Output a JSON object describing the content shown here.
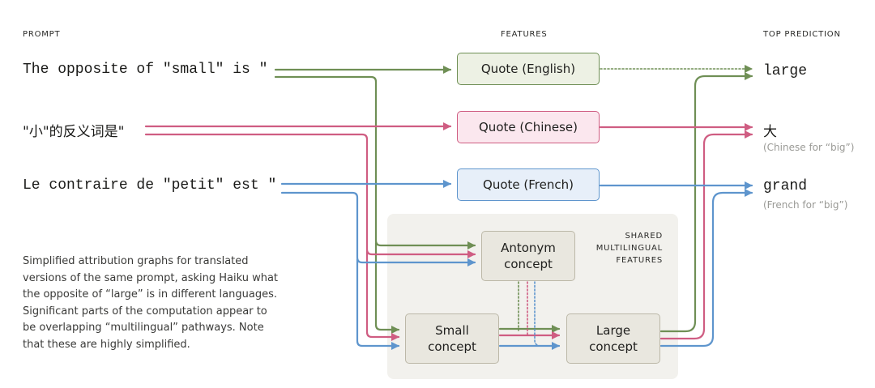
{
  "headers": {
    "prompt": "PROMPT",
    "features": "FEATURES",
    "top_prediction": "TOP PREDICTION"
  },
  "prompts": {
    "english": "The opposite of \"small\" is \"",
    "chinese": "\"小\"的反义词是\"",
    "french": "Le contraire de \"petit\" est \""
  },
  "features": {
    "english": "Quote (English)",
    "chinese": "Quote (Chinese)",
    "french": "Quote (French)",
    "antonym": "Antonym\nconcept",
    "small": "Small\nconcept",
    "large": "Large\nconcept"
  },
  "shared_label": "SHARED\nMULTILINGUAL\nFEATURES",
  "predictions": {
    "english": "large",
    "chinese": "大",
    "chinese_note": "(Chinese for “big”)",
    "french": "grand",
    "french_note": "(French for “big”)"
  },
  "caption": "Simplified attribution graphs for translated versions of the same prompt, asking Haiku what the opposite of “large” is in different languages. Significant parts of the computation appear to be overlapping “multilingual” pathways. Note that these are highly simplified.",
  "colors": {
    "english": "#6f8f55",
    "chinese": "#cf5d82",
    "french": "#5e95cd",
    "panel": "#f2f1ed"
  }
}
